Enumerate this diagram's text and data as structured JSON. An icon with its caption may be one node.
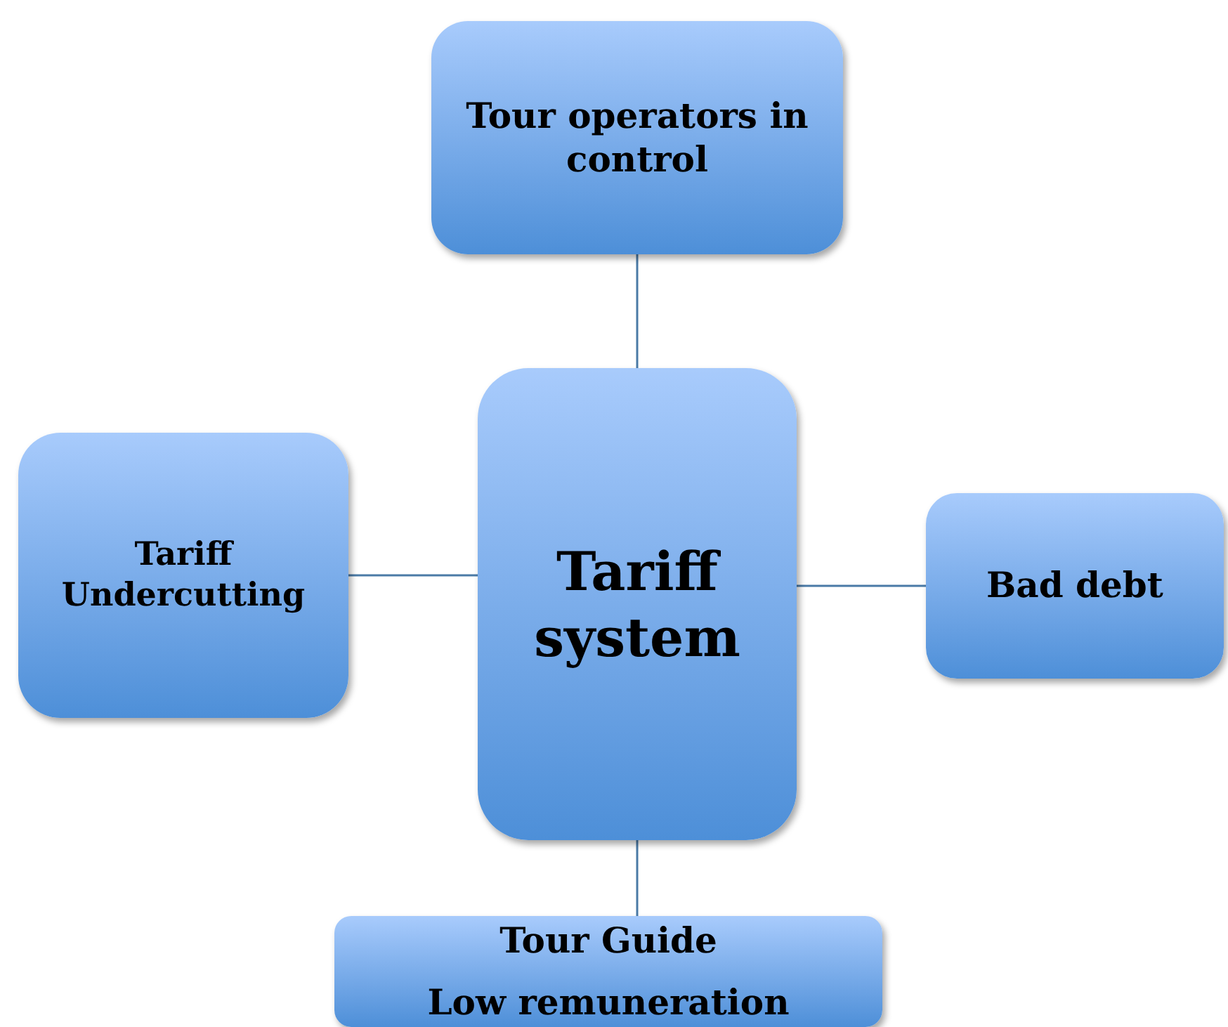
{
  "diagram": {
    "nodes": [
      {
        "text": [
          "Tariff system"
        ]
      },
      {
        "text": [
          "Tour operators in control"
        ]
      },
      {
        "text": [
          "Tariff Undercutting"
        ]
      },
      {
        "text": [
          "Bad debt"
        ]
      },
      {
        "text": [
          "Tour Guide",
          "Low remuneration"
        ]
      }
    ],
    "edges": [
      {
        "from": 0,
        "to": 1,
        "arrow": "none"
      },
      {
        "from": 0,
        "to": 2,
        "arrow": "none"
      },
      {
        "from": 0,
        "to": 3,
        "arrow": "none"
      },
      {
        "from": 0,
        "to": 4,
        "arrow": "none"
      }
    ]
  }
}
